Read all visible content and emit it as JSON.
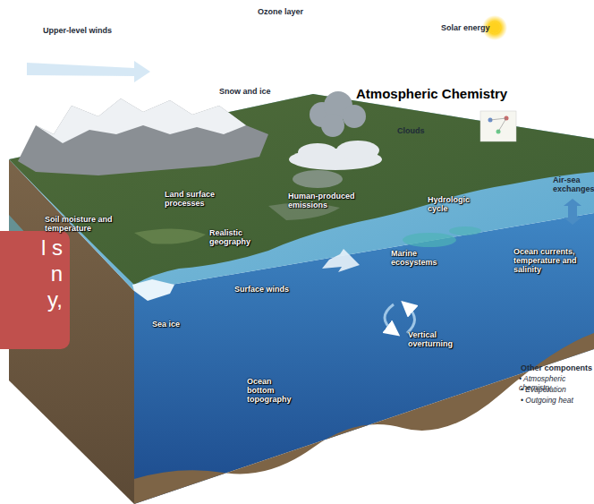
{
  "diagram": {
    "nodes": [
      {
        "text": [
          "l s n y,"
        ]
      }
    ],
    "labels": [
      "Ozone layer",
      "Solar energy",
      "Upper-level winds",
      "Snow and ice",
      "Atmospheric Chemistry",
      "Clouds",
      "Air-sea exchanges",
      "Soil moisture and temperature",
      "Land surface processes",
      "Human-produced emissions",
      "Hydrologic cycle",
      "Realistic geography",
      "Marine ecosystems",
      "Ocean currents, temperature and salinity",
      "Surface winds",
      "Sea ice",
      "Vertical overturning",
      "Ocean bottom topography",
      "Other components",
      "• Atmospheric chemistry",
      "• Evaporation",
      "• Outgoing heat"
    ]
  }
}
